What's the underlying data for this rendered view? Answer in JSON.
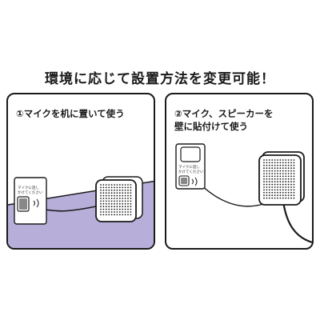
{
  "headline": "環境に応じて設置方法を変更可能！",
  "panels": [
    {
      "title_line1": "①マイクを机に置いて使う",
      "desk_color": "#b7aed9"
    },
    {
      "title_line1": "②マイク、スピーカーを",
      "title_line2": "壁に貼付けて使う"
    }
  ],
  "mic_card_text": "マイクに話しかけてください"
}
